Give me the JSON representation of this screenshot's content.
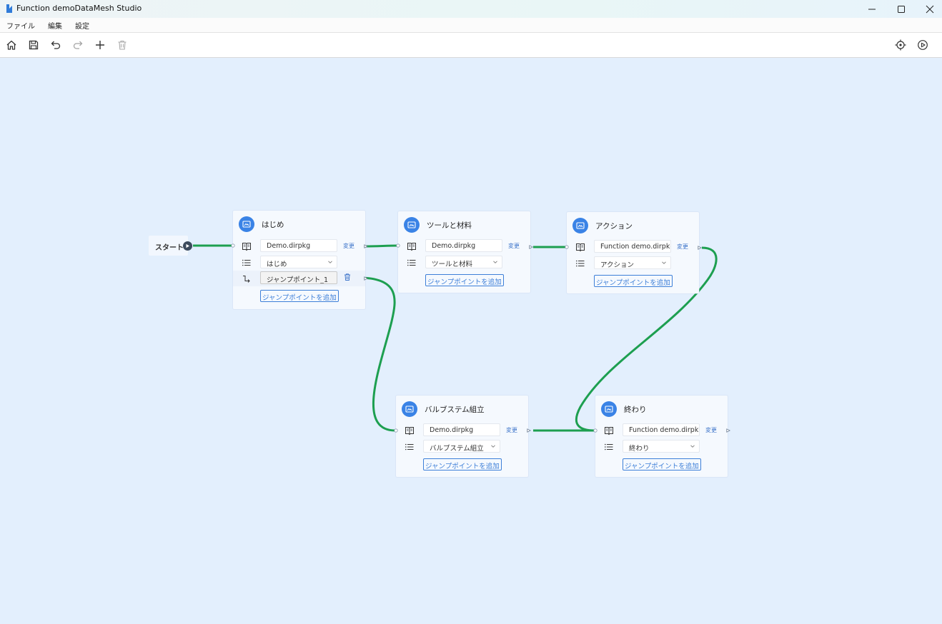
{
  "window": {
    "title": "Function demoDataMesh Studio"
  },
  "menu": [
    "ファイル",
    "編集",
    "設定"
  ],
  "toolbar": {
    "tools": [
      "home-icon",
      "save-icon",
      "undo-icon",
      "redo-icon",
      "add-icon",
      "delete-icon"
    ],
    "right_tools": [
      "center-icon",
      "run-icon"
    ]
  },
  "colors": {
    "wire": "#1d9f50",
    "accent": "#3a83e6",
    "canvas": "#e3effd"
  },
  "start": {
    "label": "スタート"
  },
  "nodes": [
    {
      "id": "hajime",
      "title": "はじめ",
      "file": "Demo.dirpkg",
      "change": "変更",
      "select": "はじめ",
      "jump_point": "ジャンプポイント_1",
      "add_jump": "ジャンプポイントを追加"
    },
    {
      "id": "tools",
      "title": "ツールと材料",
      "file": "Demo.dirpkg",
      "change": "変更",
      "select": "ツールと材料",
      "add_jump": "ジャンプポイントを追加"
    },
    {
      "id": "action",
      "title": "アクション",
      "file": "Function demo.dirpkg",
      "change": "変更",
      "select": "アクション",
      "add_jump": "ジャンプポイントを追加"
    },
    {
      "id": "valve",
      "title": "バルブステム組立",
      "file": "Demo.dirpkg",
      "change": "変更",
      "select": "バルブステム組立",
      "add_jump": "ジャンプポイントを追加"
    },
    {
      "id": "end",
      "title": "終わり",
      "file": "Function demo.dirpkg",
      "change": "変更",
      "select": "終わり",
      "add_jump": "ジャンプポイントを追加"
    }
  ]
}
